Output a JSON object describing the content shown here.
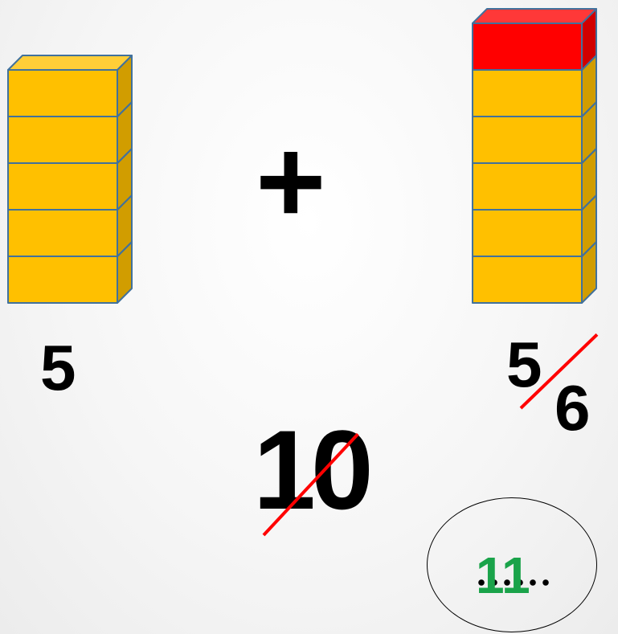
{
  "left_addend": {
    "label": "5",
    "cube_count": 5,
    "cube_color": "#ffc000"
  },
  "operator": {
    "label": "+"
  },
  "right_addend": {
    "original_label": "5",
    "corrected_label": "6",
    "cube_count": 6,
    "cube_color": "#ffc000",
    "added_cube_color": "#ff0000"
  },
  "total": {
    "crossed_out_label": "10",
    "answer_label": "11",
    "answer_color": "#1aa34a"
  },
  "strike_color": "#ff0000"
}
